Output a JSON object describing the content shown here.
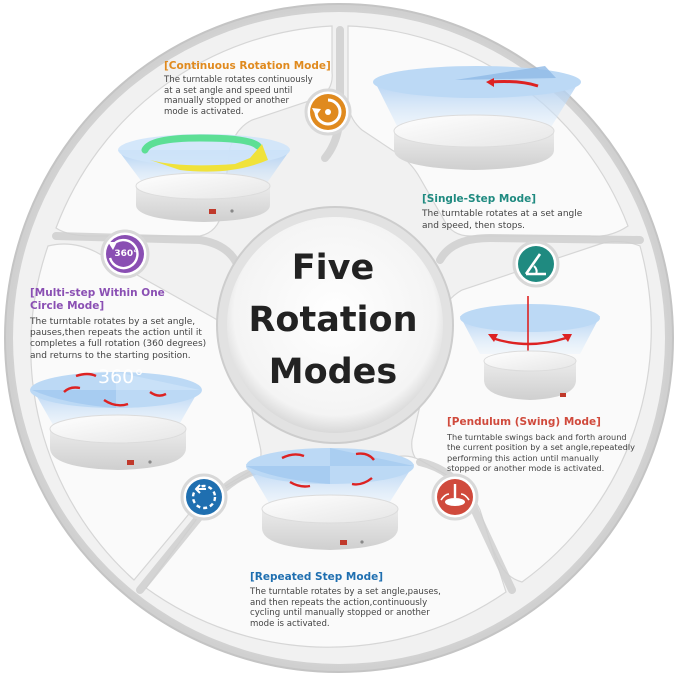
{
  "center": {
    "line1": "Five",
    "line2": "Rotation",
    "line3": "Modes"
  },
  "colors": {
    "continuous": "#e08a1e",
    "single_step": "#1f8a80",
    "multi_step": "#8a4fb3",
    "pendulum": "#d04a3c",
    "repeated": "#1f6fb0"
  },
  "modes": {
    "continuous": {
      "icon": "continuous-rotation-icon",
      "title": "[Continuous Rotation Mode]",
      "desc": [
        "The turntable rotates continuously",
        "at a set angle and speed until",
        "manually stopped or another",
        "mode is activated."
      ]
    },
    "single_step": {
      "icon": "angle-icon",
      "title": "[Single-Step Mode]",
      "desc": [
        "The turntable rotates at a set angle",
        "and speed, then stops."
      ]
    },
    "multi_step": {
      "icon": "360-rotation-icon",
      "icon_label": "360°",
      "image_label": "360°",
      "title": [
        "[Multi-step Within One",
        "Circle Mode]"
      ],
      "desc": [
        "The turntable rotates by a set angle,",
        "pauses,then repeats the action until it",
        "completes a full rotation (360 degrees)",
        "and returns to the starting position."
      ]
    },
    "pendulum": {
      "icon": "pendulum-icon",
      "title": "[Pendulum (Swing) Mode]",
      "desc": [
        "The turntable swings back and forth around",
        "the current position by a set angle,repeatedly",
        "performing this action until manually",
        "stopped or another mode is activated."
      ]
    },
    "repeated": {
      "icon": "repeated-step-icon",
      "title": "[Repeated Step Mode]",
      "desc": [
        "The turntable rotates by a set angle,pauses,",
        "and then repeats the action,continuously",
        "cycling until manually stopped or another",
        "mode is activated."
      ]
    }
  }
}
